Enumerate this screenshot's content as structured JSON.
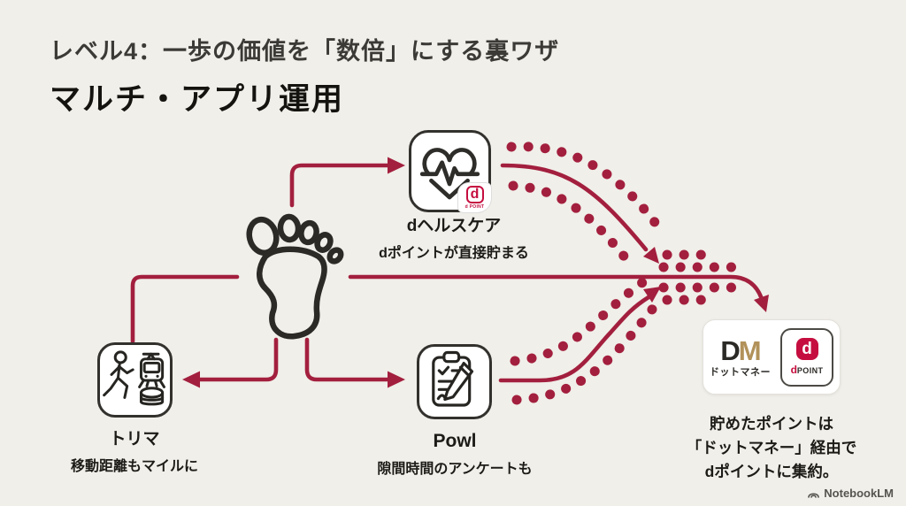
{
  "page": {
    "background_color": "#f0efe9",
    "accent_color": "#a31f3e",
    "title_line1": "レベル4：一歩の価値を「数倍」にする裏ワザ",
    "title_line2": "マルチ・アプリ運用"
  },
  "nodes": {
    "source": {
      "icon": "footprint-icon"
    },
    "dhealthcare": {
      "icon": "heart-ecg-icon",
      "name": "dヘルスケア",
      "desc": "dポイントが直接貯まる",
      "badge_d": "d",
      "badge_text": "d POINT"
    },
    "torima": {
      "icon": "walker-train-coins-icon",
      "name": "トリマ",
      "desc": "移動距離もマイルに"
    },
    "powl": {
      "icon": "clipboard-pencil-icon",
      "name": "Powl",
      "desc": "隙間時間のアンケートも"
    },
    "dotmoney": {
      "logo_d": "D",
      "logo_m": "M",
      "logo_gold_color": "#b2925a",
      "logo_caption": "ドットマネー",
      "dpoint_logo_d": "d",
      "dpoint_text_d": "d",
      "dpoint_text_point": "POINT",
      "dpoint_red": "#c50e3f",
      "caption_line1": "貯めたポイントは",
      "caption_line2": "「ドットマネー」経由で",
      "caption_line3": "dポイントに集約。"
    }
  },
  "watermark": {
    "icon": "notebooklm-logo-icon",
    "label": "NotebookLM"
  }
}
